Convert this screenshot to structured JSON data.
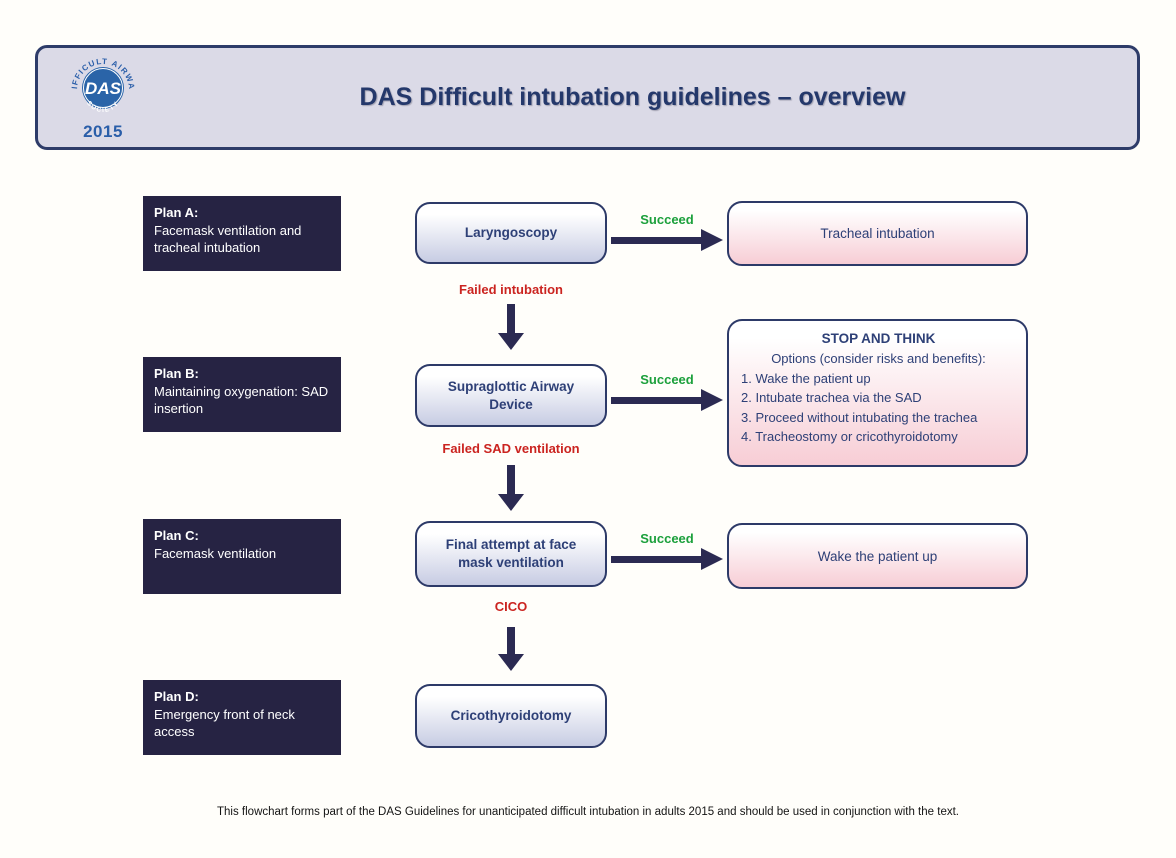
{
  "header": {
    "title": "DAS Difficult intubation guidelines – overview",
    "logo": {
      "arc_top": "DIFFICULT AIRWAY",
      "arc_bottom": "SOCIETY",
      "center": "DAS",
      "year": "2015"
    }
  },
  "plans": [
    {
      "label": "Plan A:",
      "description": "Facemask ventilation and tracheal intubation"
    },
    {
      "label": "Plan B:",
      "description": "Maintaining oxygenation: SAD insertion"
    },
    {
      "label": "Plan C:",
      "description": "Facemask ventilation"
    },
    {
      "label": "Plan D:",
      "description": "Emergency front of neck access"
    }
  ],
  "steps": [
    {
      "title": "Laryngoscopy",
      "fail_label": "Failed intubation"
    },
    {
      "title": "Supraglottic Airway Device",
      "fail_label": "Failed SAD ventilation"
    },
    {
      "title": "Final attempt at face mask ventilation",
      "fail_label": "CICO"
    },
    {
      "title": "Cricothyroidotomy"
    }
  ],
  "succeed_label": "Succeed",
  "outcomes": {
    "tracheal": "Tracheal intubation",
    "stop_and_think": {
      "title": "STOP AND THINK",
      "subtitle": "Options (consider risks and benefits):",
      "options": [
        "1. Wake the patient up",
        "2. Intubate trachea via the SAD",
        "3. Proceed without intubating the trachea",
        "4. Tracheostomy or cricothyroidotomy"
      ]
    },
    "wake": "Wake the patient up"
  },
  "footer": "This flowchart forms part of the DAS Guidelines for unanticipated difficult intubation in adults 2015 and should be used in conjunction with the text.",
  "colors": {
    "plan_box": "#262343",
    "box_border": "#2d3a68",
    "box_text": "#2e4077",
    "arrow": "#2b2a52",
    "succeed_green": "#1ca03c",
    "fail_red": "#cb2420",
    "header_bg": "#dbdae7",
    "logo_blue": "#2a64a8",
    "blue_box_gradient_bottom": "#c7cce3",
    "pink_box_gradient_bottom": "#f7cdd5"
  }
}
